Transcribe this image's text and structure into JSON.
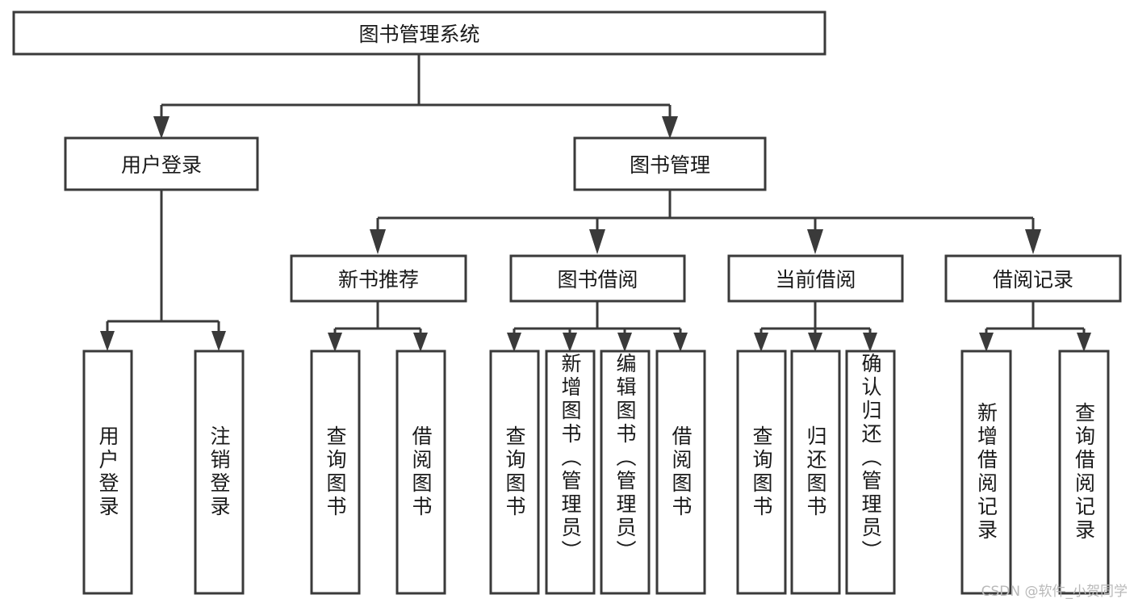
{
  "diagram": {
    "title": "图书管理系统",
    "watermark": "CSDN @软件_小贺同学",
    "colors": {
      "stroke": "#3a3a3a",
      "box_fill": "#ffffff",
      "text": "#1a1a1a",
      "background": "#ffffff",
      "watermark": "#b9b9b9"
    }
  },
  "root": {
    "label": "图书管理系统"
  },
  "level1": [
    {
      "label": "用户登录"
    },
    {
      "label": "图书管理"
    }
  ],
  "level2": [
    {
      "label": "新书推荐"
    },
    {
      "label": "图书借阅"
    },
    {
      "label": "当前借阅"
    },
    {
      "label": "借阅记录"
    }
  ],
  "leaves": {
    "user_login": [
      {
        "label": "用户登录"
      },
      {
        "label": "注销登录"
      }
    ],
    "new_book_recommend": [
      {
        "label": "查询图书"
      },
      {
        "label": "借阅图书"
      }
    ],
    "book_borrow": [
      {
        "label": "查询图书"
      },
      {
        "label": "新增图书（管理员）"
      },
      {
        "label": "编辑图书（管理员）"
      },
      {
        "label": "借阅图书"
      }
    ],
    "current_borrow": [
      {
        "label": "查询图书"
      },
      {
        "label": "归还图书"
      },
      {
        "label": "确认归还（管理员）"
      }
    ],
    "borrow_record": [
      {
        "label": "新增借阅记录"
      },
      {
        "label": "查询借阅记录"
      }
    ]
  }
}
